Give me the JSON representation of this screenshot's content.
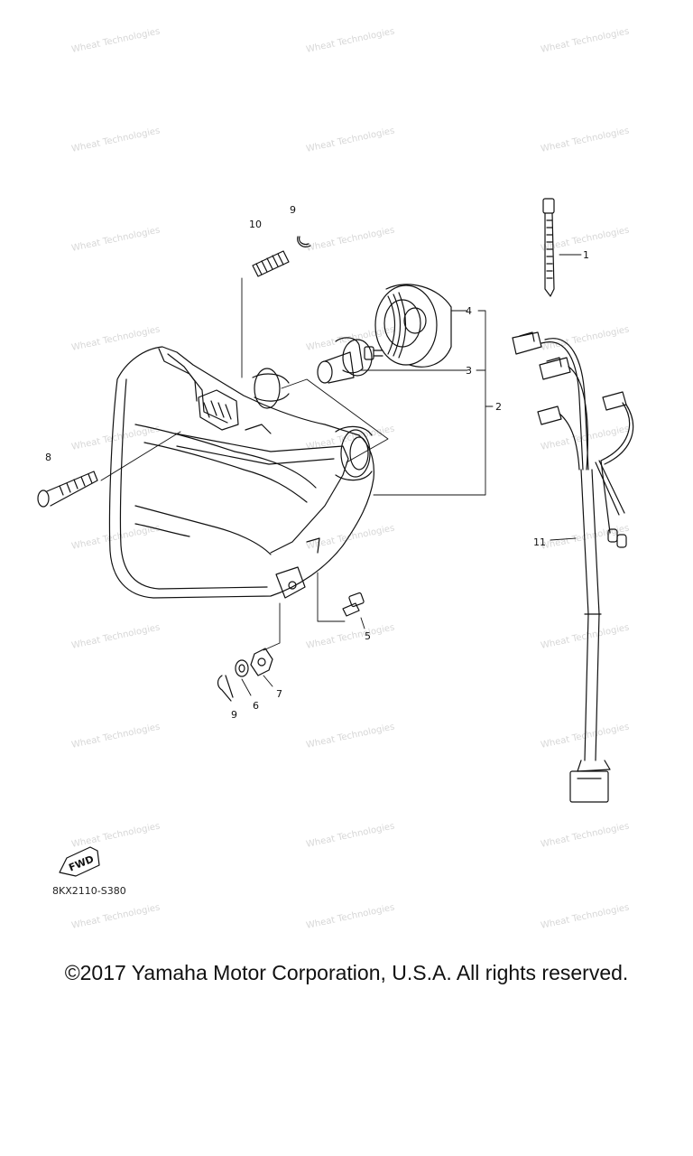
{
  "diagram": {
    "callouts": {
      "c1": "1",
      "c2": "2",
      "c3": "3",
      "c4": "4",
      "c5": "5",
      "c6": "6",
      "c7": "7",
      "c8": "8",
      "c9a": "9",
      "c9b": "9",
      "c10": "10",
      "c11": "11"
    },
    "fwd_label": "FWD",
    "part_code": "8KX2110-S380",
    "watermark": "Wheat Technologies"
  },
  "footer": {
    "copyright": "©2017 Yamaha Motor Corporation, U.S.A. All rights reserved."
  }
}
